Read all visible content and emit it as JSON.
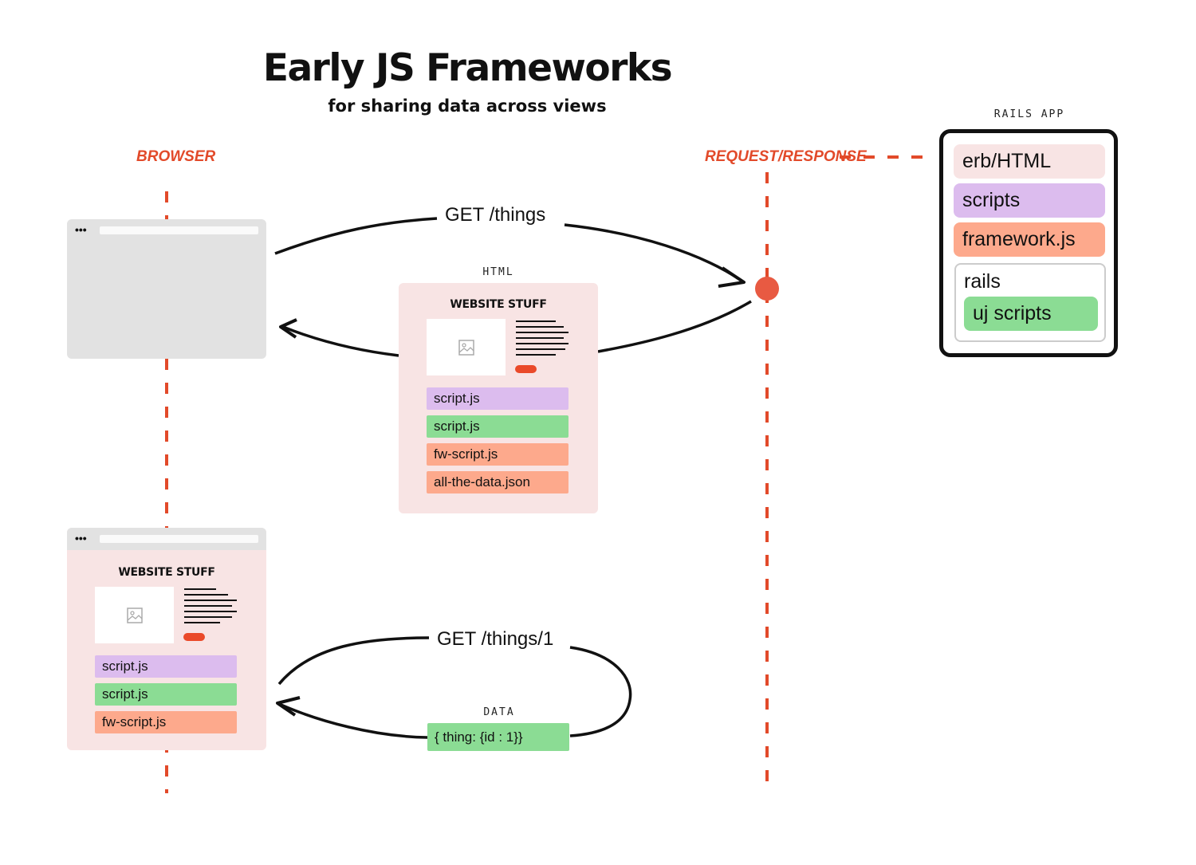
{
  "title": "Early JS Frameworks",
  "subtitle": "for sharing data across views",
  "lanes": {
    "browser": "BROWSER",
    "request_response": "REQUEST/RESPONSE"
  },
  "rails": {
    "label": "RAILS APP",
    "erb": "erb/HTML",
    "scripts": "scripts",
    "framework": "framework.js",
    "rails": "rails",
    "uj": "uj scripts"
  },
  "arrows": {
    "get_things": "GET /things",
    "get_thing_one": "GET /things/1"
  },
  "html_payload": {
    "label": "HTML",
    "title": "WEBSITE STUFF",
    "files": [
      "script.js",
      "script.js",
      "fw-script.js",
      "all-the-data.json"
    ]
  },
  "browser_page": {
    "title": "WEBSITE STUFF",
    "files": [
      "script.js",
      "script.js",
      "fw-script.js"
    ]
  },
  "data_payload": {
    "label": "DATA",
    "value": "{ thing: {id : 1}}"
  },
  "colors": {
    "accent": "#e24a2a",
    "purple": "#dcbcee",
    "green": "#8bdc94",
    "orange": "#fda98c",
    "card": "#f8e4e4",
    "browser": "#e2e2e2"
  },
  "icons": [
    "image-icon",
    "browser-dots-icon"
  ]
}
